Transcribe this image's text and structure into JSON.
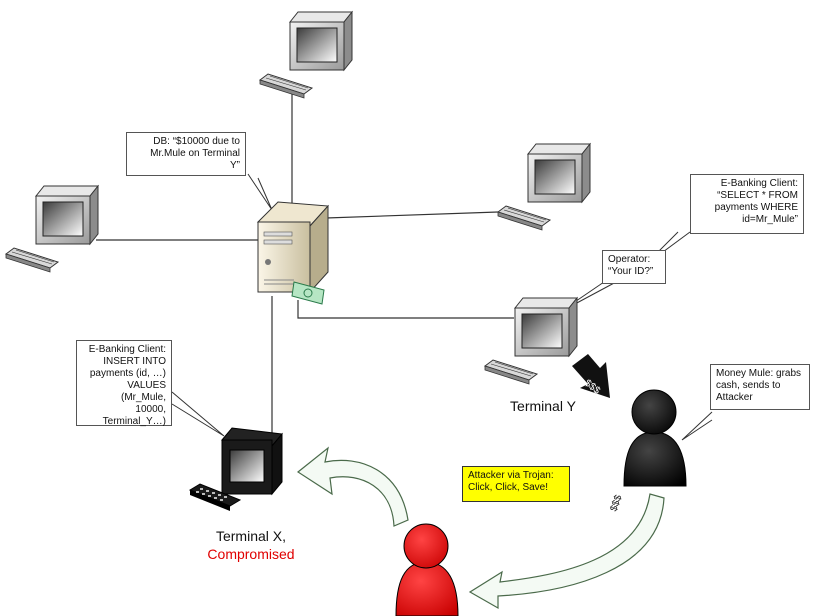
{
  "callouts": {
    "db": [
      "DB: “$10000 due to",
      "Mr.Mule on Terminal",
      "Y”"
    ],
    "ebank_y": [
      "E-Banking Client:",
      "“SELECT * FROM",
      "payments WHERE",
      "id=Mr_Mule”"
    ],
    "operator": [
      "Operator:",
      "“Your ID?”"
    ],
    "ebank_x": [
      "E-Banking Client:",
      "INSERT INTO",
      "payments (id, …)",
      "VALUES (Mr_Mule,",
      "10000,",
      "Terminal_Y…)"
    ],
    "mule": [
      "Money Mule: grabs",
      "cash, sends to",
      "Attacker"
    ],
    "attacker": [
      "Attacker via Trojan:",
      "Click, Click, Save!"
    ]
  },
  "labels": {
    "terminal_y": "Terminal Y",
    "terminal_x_line1": "Terminal X,",
    "terminal_x_line2": "Compromised"
  },
  "arrows": {
    "cash_arrow_1": "$$$",
    "cash_arrow_2": "$$$"
  },
  "colors": {
    "attacker": "#ee1111",
    "mule": "#111111",
    "callout_highlight": "#ffff00",
    "compromised_text": "#e00000",
    "flow_arrow_fill": "#f4faf4",
    "flow_arrow_stroke": "#4a6a4a"
  },
  "icons": [
    "server-icon",
    "computer-icon",
    "person-icon",
    "banknote-icon"
  ]
}
